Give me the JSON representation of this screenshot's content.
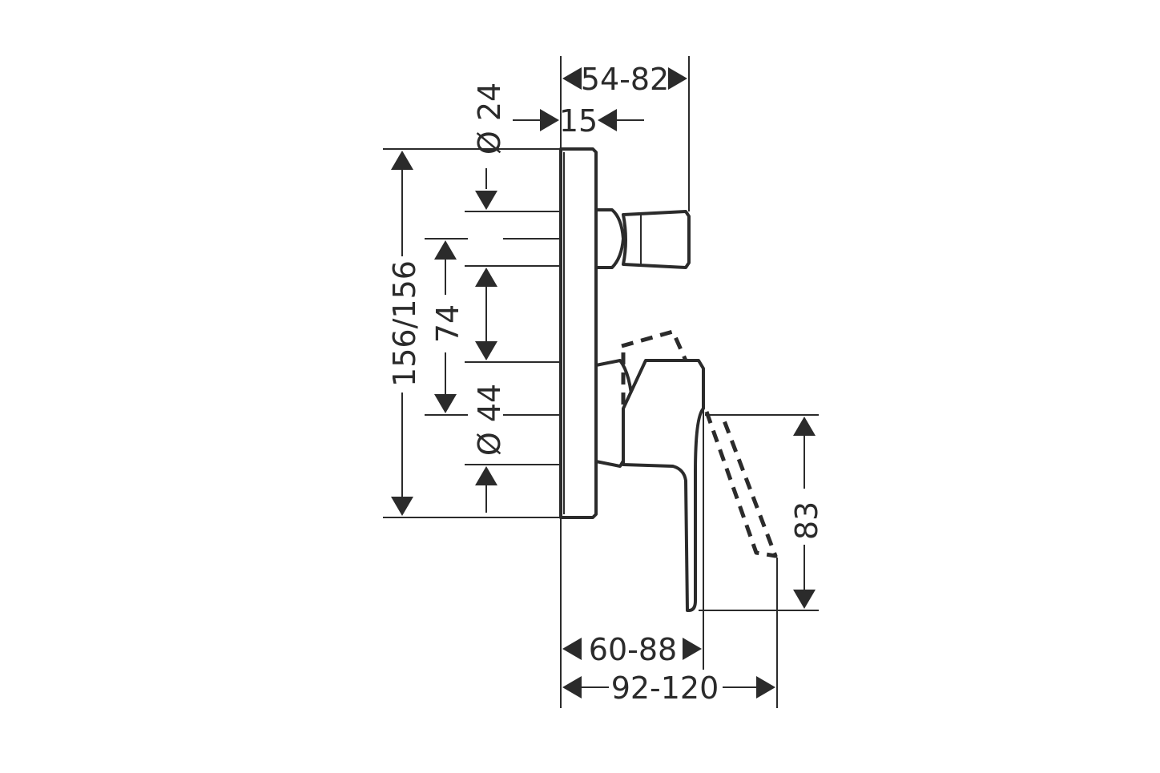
{
  "dimensions": {
    "depth_total": "54-82",
    "rosette_offset": "15",
    "outlet_diameter": "Ø 24",
    "plate_height": "156/156",
    "port_spacing": "74",
    "handle_diameter": "Ø 44",
    "lever_drop": "83",
    "lever_projection": "60-88",
    "lever_projection_open": "92-120"
  }
}
